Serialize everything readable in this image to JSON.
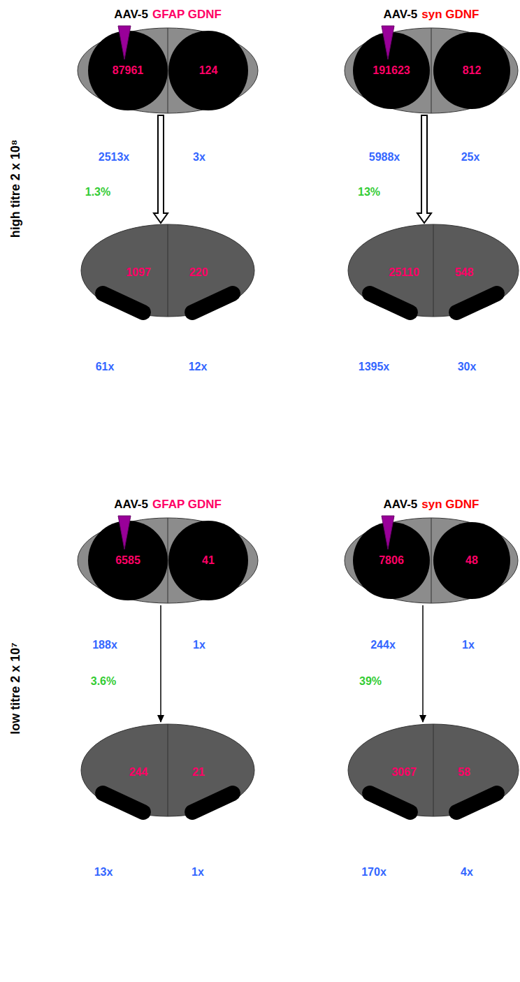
{
  "diagram": {
    "nodes": [
      {
        "text": [
          "AAV-5",
          "GFAP GDNF"
        ]
      },
      {
        "text": [
          "87961"
        ],
        "in": 0
      },
      {
        "text": [
          "124"
        ],
        "in": 0
      },
      {
        "text": [
          "1097",
          "220"
        ]
      },
      {
        "text": [
          "AAV-5",
          "syn GDNF"
        ]
      },
      {
        "text": [
          "191623"
        ],
        "in": 4
      },
      {
        "text": [
          "812"
        ],
        "in": 4
      },
      {
        "text": [
          "25110",
          "548"
        ]
      },
      {
        "text": [
          "AAV-5",
          "GFAP GDNF"
        ]
      },
      {
        "text": [
          "6585"
        ],
        "in": 8
      },
      {
        "text": [
          "41"
        ],
        "in": 8
      },
      {
        "text": [
          "244",
          "21"
        ]
      },
      {
        "text": [
          "AAV-5",
          "syn GDNF"
        ]
      },
      {
        "text": [
          "7806"
        ],
        "in": 12
      },
      {
        "text": [
          "48"
        ],
        "in": 12
      },
      {
        "text": [
          "3067",
          "58"
        ]
      }
    ],
    "edges": [
      {
        "from": 0,
        "to": 3,
        "arrow": "to",
        "label": "1.3%"
      },
      {
        "from": 4,
        "to": 7,
        "arrow": "to",
        "label": "13%"
      },
      {
        "from": 8,
        "to": 11,
        "arrow": "to",
        "label": "3.6%"
      },
      {
        "from": 12,
        "to": 15,
        "arrow": "to",
        "label": "39%"
      }
    ],
    "labels": [
      "high titre 2 x 10⁸",
      "2513x",
      "3x",
      "61x",
      "12x",
      "5988x",
      "25x",
      "1395x",
      "30x",
      "low titre 2 x 10⁷",
      "188x",
      "1x",
      "13x",
      "1x",
      "244x",
      "1x",
      "170x",
      "4x"
    ]
  }
}
